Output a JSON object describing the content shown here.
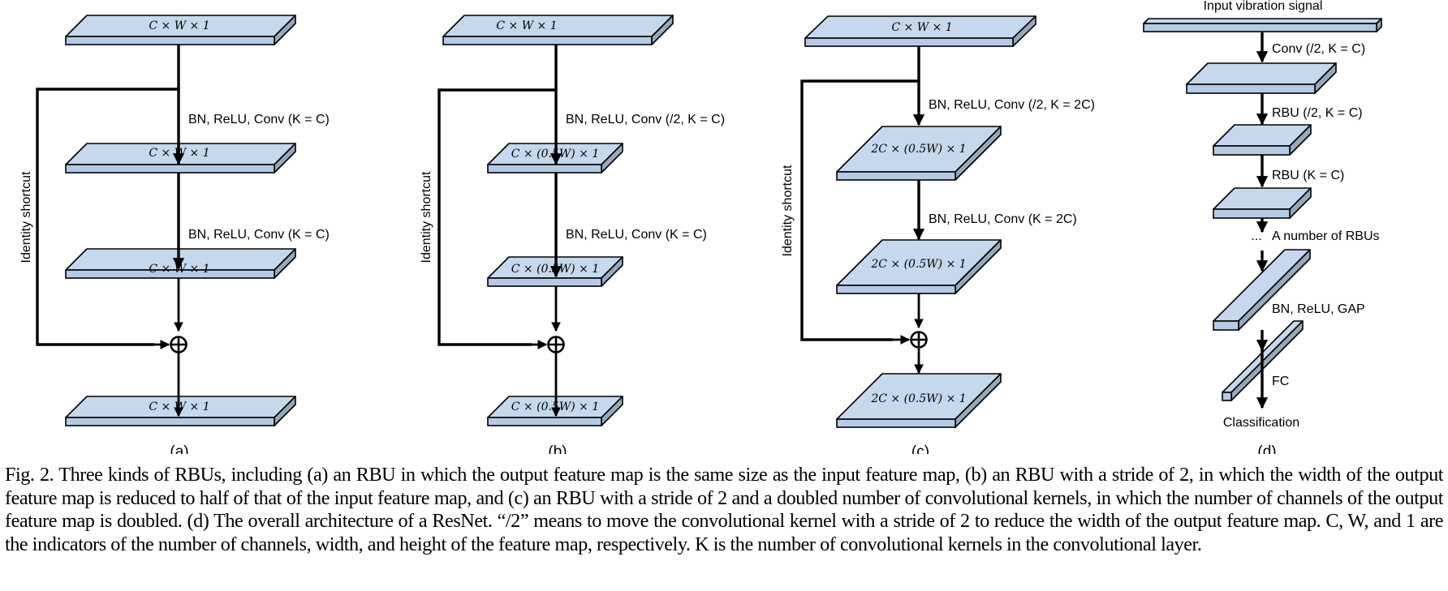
{
  "colors": {
    "slab_top": "#c5d8ec",
    "slab_front": "#b5cae4",
    "slab_side": "#96a8bc",
    "line": "#000000"
  },
  "panels": {
    "a": {
      "sublabel": "(a)",
      "shortcut_label": "Identity shortcut",
      "maps": [
        "C × W × 1",
        "C × W × 1",
        "C × W × 1",
        "C × W × 1"
      ],
      "ops": [
        "BN, ReLU, Conv (K = C)",
        "BN, ReLU, Conv (K = C)"
      ]
    },
    "b": {
      "sublabel": "(b)",
      "shortcut_label": "Identity shortcut",
      "maps": [
        "C × W × 1",
        "C × (0.5W) × 1",
        "C × (0.5W) × 1",
        "C × (0.5W) × 1"
      ],
      "ops": [
        "BN, ReLU, Conv (/2, K = C)",
        "BN, ReLU, Conv (K = C)"
      ]
    },
    "c": {
      "sublabel": "(c)",
      "shortcut_label": "Identity shortcut",
      "maps": [
        "C × W × 1",
        "2C × (0.5W) × 1",
        "2C × (0.5W) × 1",
        "2C × (0.5W) × 1"
      ],
      "ops": [
        "BN, ReLU, Conv (/2, K = 2C)",
        "BN, ReLU, Conv (K = 2C)"
      ]
    },
    "d": {
      "sublabel": "(d)",
      "input_label": "Input vibration signal",
      "ops": [
        "Conv (/2, K = C)",
        "RBU (/2, K = C)",
        "RBU (K = C)",
        "A number of RBUs",
        "BN, ReLU, GAP",
        "FC"
      ],
      "ellipsis": "...",
      "output_label": "Classification"
    }
  },
  "caption": "Fig. 2. Three kinds of RBUs, including (a) an RBU in which the output feature map is the same size as the input feature map, (b) an RBU with a stride of 2, in which the width of the output feature map is reduced to half of that of the input feature map, and (c) an RBU with a stride of 2 and a doubled number of convolutional kernels, in which the number of channels of the output feature map is doubled. (d) The overall architecture of a ResNet. “/2” means to move the convolutional kernel with a stride of 2 to reduce the width of the output feature map. C, W, and 1 are the indicators of the number of channels, width, and height of the feature map, respectively. K is the number of convolutional kernels in the convolutional layer."
}
